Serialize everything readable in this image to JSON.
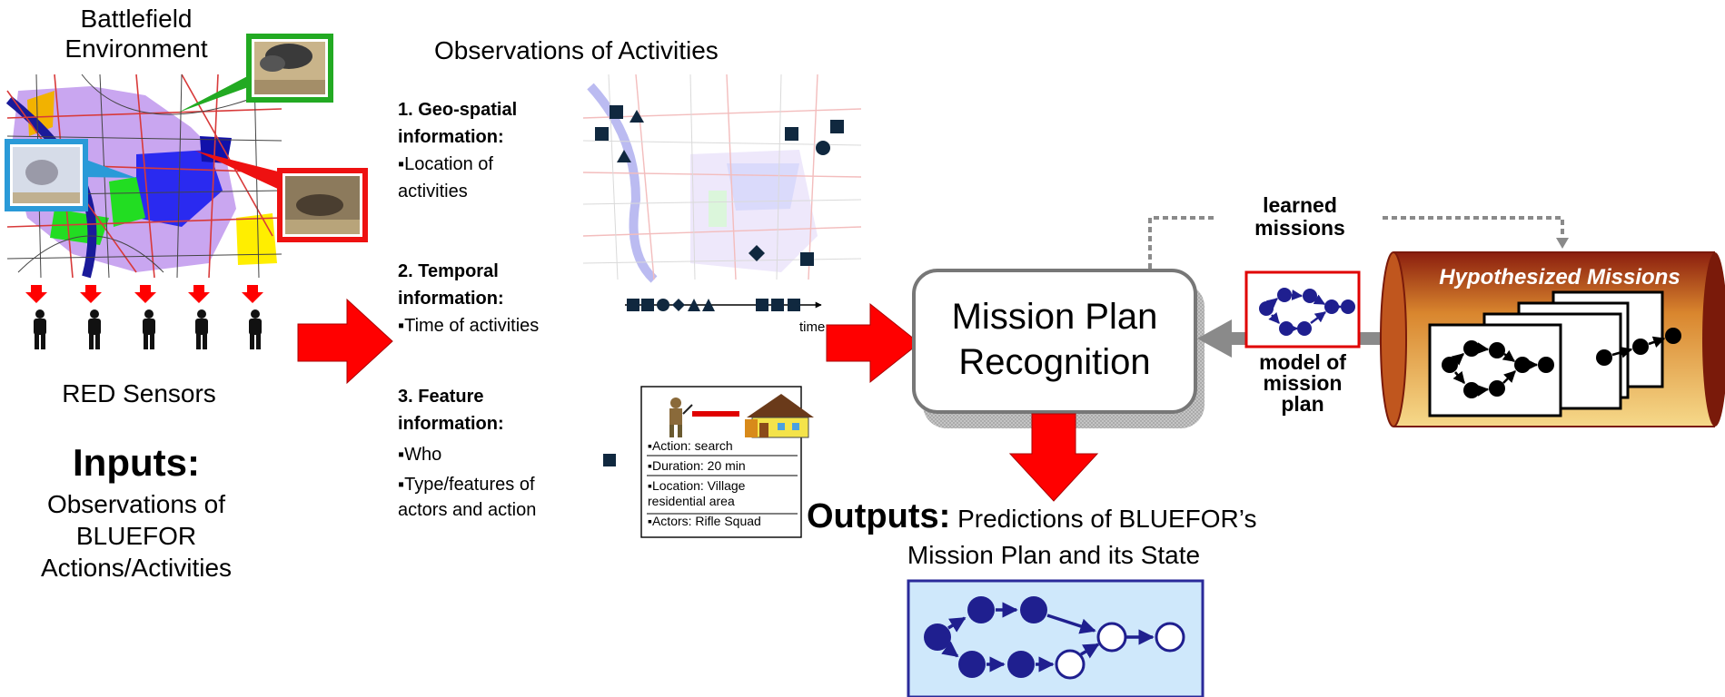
{
  "left": {
    "battlefield_title_line1": "Battlefield",
    "battlefield_title_line2": "Environment",
    "red_sensors_label": "RED Sensors",
    "inputs_heading": "Inputs:",
    "inputs_desc_line1": "Observations of",
    "inputs_desc_line2": "BLUEFOR",
    "inputs_desc_line3": "Actions/Activities"
  },
  "observations": {
    "title": "Observations of Activities",
    "geo_head_line1": "1. Geo-spatial",
    "geo_head_line2": "information:",
    "geo_item_line1": "▪Location of",
    "geo_item_line2": "activities",
    "temporal_head_line1": "2. Temporal",
    "temporal_head_line2": "information:",
    "temporal_item": "▪Time of activities",
    "time_axis_label": "time",
    "feature_head_line1": "3. Feature",
    "feature_head_line2": "information:",
    "feature_item1": "▪Who",
    "feature_item2_line1": "▪Type/features of",
    "feature_item2_line2": "actors and action"
  },
  "feature_card": {
    "action": "▪Action: search",
    "duration": "▪Duration: 20 min",
    "location_line1": "▪Location: Village",
    "location_line2": "residential area",
    "actors": "▪Actors: Rifle Squad"
  },
  "recognition": {
    "line1": "Mission Plan",
    "line2": "Recognition"
  },
  "learned_missions": {
    "line1": "learned",
    "line2": "missions"
  },
  "model_label": {
    "line1": "model of",
    "line2": "mission",
    "line3": "plan"
  },
  "hypothesized": {
    "title": "Hypothesized Missions"
  },
  "outputs": {
    "heading": "Outputs:",
    "desc_line1": " Predictions of BLUEFOR’s",
    "desc_line2": "Mission Plan and its State"
  },
  "colors": {
    "arrow_red": "#ff0000",
    "node_navy": "#1f1f8f",
    "cylinder_dark": "#8b1e0e",
    "cylinder_light": "#f6d98a",
    "output_bg": "#cfe8fb",
    "map_purple": "#c9a6f0",
    "marker_navy": "#10283f"
  }
}
